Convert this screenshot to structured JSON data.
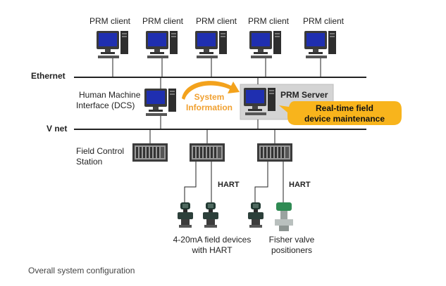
{
  "diagram": {
    "clients": [
      "PRM client",
      "PRM client",
      "PRM client",
      "PRM client",
      "PRM client"
    ],
    "ethernet_label": "Ethernet",
    "vnet_label": "V net",
    "hmi_label_line1": "Human Machine",
    "hmi_label_line2": "Interface (DCS)",
    "system_info_line1": "System",
    "system_info_line2": "Information",
    "prm_server_label": "PRM Server",
    "maintenance_line1": "Real-time field",
    "maintenance_line2": "device maintenance",
    "fcs_label_line1": "Field Control",
    "fcs_label_line2": "Station",
    "hart_label_1": "HART",
    "hart_label_2": "HART",
    "devices_line1": "4-20mA field devices",
    "devices_line2": "with HART",
    "fisher_line1": "Fisher valve",
    "fisher_line2": "positioners",
    "caption": "Overall system configuration"
  },
  "colors": {
    "network_line": "#222222",
    "arrow_orange": "#f3a21c",
    "system_info_text": "#f0a030",
    "maintenance_bubble": "#f8b41c",
    "server_panel": "#d4d4d4",
    "monitor_screen": "#1f2fb0"
  }
}
